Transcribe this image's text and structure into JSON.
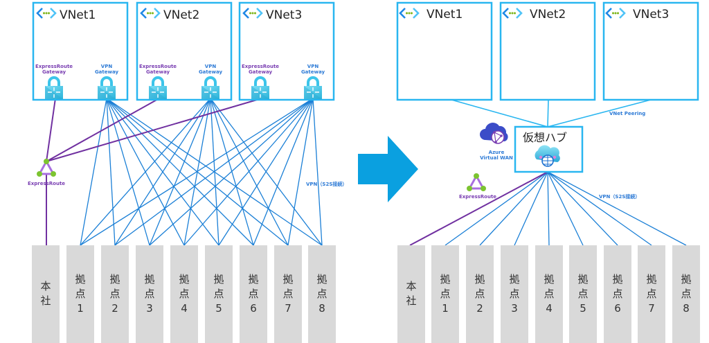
{
  "colors": {
    "vnet_border": "#29b6f0",
    "vpn_line": "#1a7fd6",
    "er_line": "#7030a0",
    "peering_line": "#29b6f0",
    "site_fill": "#d9d9d9",
    "arrow": "#0aa0e0"
  },
  "before": {
    "vnets": [
      {
        "name": "VNet1",
        "er_gateway": "ExpressRoute\nGateway",
        "vpn_gateway": "VPN\nGateway"
      },
      {
        "name": "VNet2",
        "er_gateway": "ExpressRoute\nGateway",
        "vpn_gateway": "VPN\nGateway"
      },
      {
        "name": "VNet3",
        "er_gateway": "ExpressRoute\nGateway",
        "vpn_gateway": "VPN\nGateway"
      }
    ],
    "expressroute_label": "ExpressRoute",
    "vpn_label": "VPN（S2S接続）",
    "sites": [
      "本社",
      "拠点1",
      "拠点2",
      "拠点3",
      "拠点4",
      "拠点5",
      "拠点6",
      "拠点7",
      "拠点8"
    ]
  },
  "after": {
    "vnets": [
      {
        "name": "VNet1"
      },
      {
        "name": "VNet2"
      },
      {
        "name": "VNet3"
      }
    ],
    "vnet_peering_label": "VNet Peering",
    "hub_title": "仮想ハブ",
    "virtual_wan_label": "Azure\nVirtual WAN",
    "expressroute_label": "ExpressRoute",
    "vpn_label": "VPN（S2S接続）",
    "sites": [
      "本社",
      "拠点1",
      "拠点2",
      "拠点3",
      "拠点4",
      "拠点5",
      "拠点6",
      "拠点7",
      "拠点8"
    ]
  }
}
